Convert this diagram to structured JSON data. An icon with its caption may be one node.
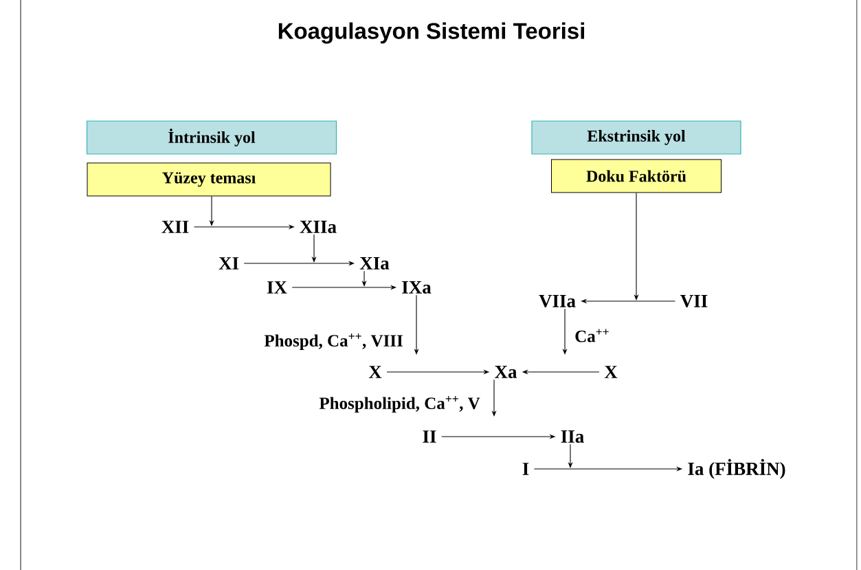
{
  "diagram": {
    "title": "Koagulasyon Sistemi Teorisi",
    "nodes": [
      {
        "text": [
          "İntrinsik yol"
        ]
      },
      {
        "text": [
          "Yüzey teması"
        ]
      },
      {
        "text": [
          "Ekstrinsik yol"
        ]
      },
      {
        "text": [
          "Doku Faktörü"
        ]
      },
      {
        "text": [
          "XII"
        ]
      },
      {
        "text": [
          "XIIa"
        ]
      },
      {
        "text": [
          "XI"
        ]
      },
      {
        "text": [
          "XIa"
        ]
      },
      {
        "text": [
          "IX"
        ]
      },
      {
        "text": [
          "IXa"
        ]
      },
      {
        "text": [
          "VIIa"
        ]
      },
      {
        "text": [
          "VII"
        ]
      },
      {
        "text": [
          "X"
        ]
      },
      {
        "text": [
          "Xa"
        ]
      },
      {
        "text": [
          "X"
        ]
      },
      {
        "text": [
          "II"
        ]
      },
      {
        "text": [
          "IIa"
        ]
      },
      {
        "text": [
          "I"
        ]
      },
      {
        "text": [
          "Ia (FİBRİN)"
        ]
      }
    ],
    "edges": [
      {
        "from": 1,
        "to": null,
        "arrow": "to"
      },
      {
        "from": 4,
        "to": 5,
        "arrow": "to"
      },
      {
        "from": 5,
        "to": null,
        "arrow": "to"
      },
      {
        "from": 6,
        "to": 7,
        "arrow": "to"
      },
      {
        "from": 7,
        "to": null,
        "arrow": "to"
      },
      {
        "from": 8,
        "to": 9,
        "arrow": "to"
      },
      {
        "from": 3,
        "to": null,
        "arrow": "to"
      },
      {
        "from": 11,
        "to": 10,
        "arrow": "to"
      },
      {
        "from": 9,
        "to": null,
        "arrow": "to",
        "label": "Phospd, Ca$^{++}$, VIII"
      },
      {
        "from": 10,
        "to": null,
        "arrow": "to",
        "label": "Ca$^{++}$"
      },
      {
        "from": 12,
        "to": 13,
        "arrow": "to"
      },
      {
        "from": 14,
        "to": 13,
        "arrow": "to"
      },
      {
        "from": 13,
        "to": null,
        "arrow": "to",
        "label": "Phospholipid, Ca$^{++}$, V"
      },
      {
        "from": 15,
        "to": 16,
        "arrow": "to"
      },
      {
        "from": 16,
        "to": null,
        "arrow": "to"
      },
      {
        "from": 17,
        "to": 18,
        "arrow": "to"
      }
    ]
  }
}
